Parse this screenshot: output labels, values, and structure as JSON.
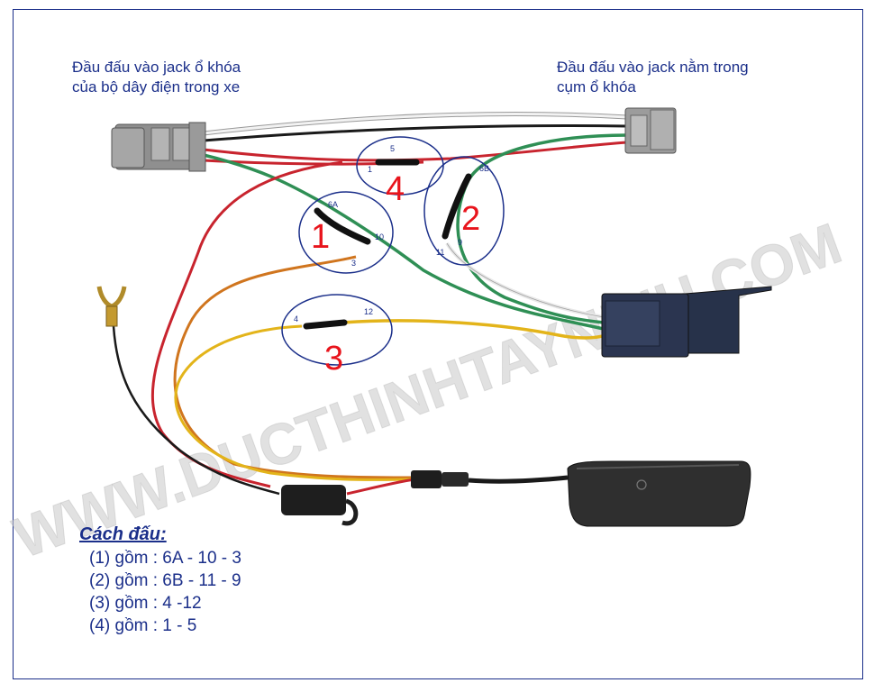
{
  "captions": {
    "left_line1": "Đầu đấu vào jack ổ khóa",
    "left_line2": "của bộ dây điện trong xe",
    "right_line1": "Đầu đấu vào jack nằm trong",
    "right_line2": "cụm ổ khóa"
  },
  "watermark": "WWW.DUCTHINHTAYNINH.COM",
  "groups": [
    {
      "id": "1",
      "pins": [
        "6A",
        "10",
        "3"
      ]
    },
    {
      "id": "2",
      "pins": [
        "6B",
        "11",
        "9"
      ]
    },
    {
      "id": "3",
      "pins": [
        "4",
        "12"
      ]
    },
    {
      "id": "4",
      "pins": [
        "1",
        "5"
      ]
    }
  ],
  "instructions": {
    "title": "Cách đấu:",
    "lines": [
      "(1) gồm : 6A - 10 - 3",
      "(2) gồm : 6B - 11 - 9",
      "(3) gồm : 4 -12",
      "(4) gồm : 1 - 5"
    ]
  },
  "colors": {
    "annotation_blue": "#1b2f8a",
    "group_number_red": "#e8141c",
    "wire_green": "#2f8f55",
    "wire_red": "#c8242e",
    "wire_yellow": "#e3b41a",
    "wire_orange": "#d0751e",
    "wire_white": "#e4e4e4",
    "wire_black": "#1a1a1a",
    "watermark_gray": "#c4c4c4"
  }
}
